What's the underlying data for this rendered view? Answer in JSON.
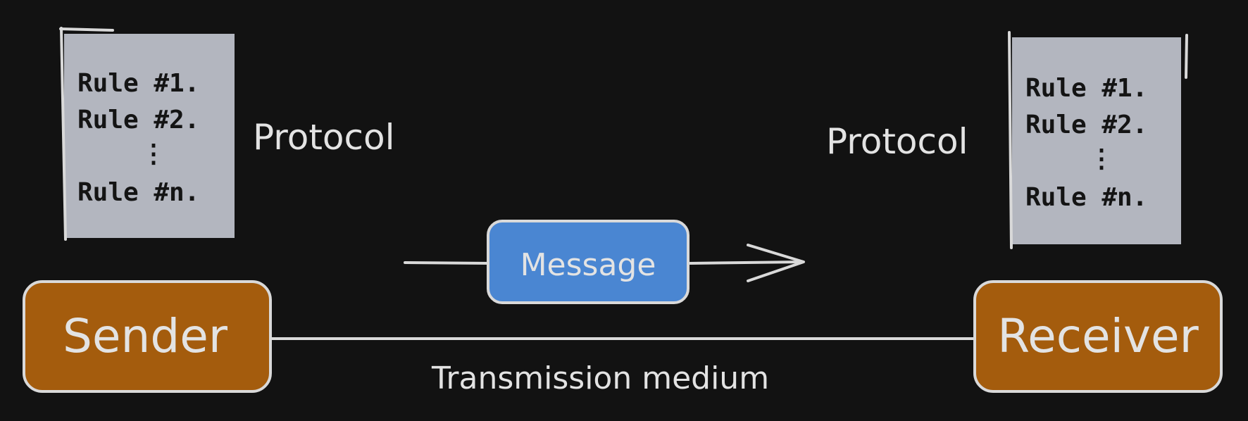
{
  "colors": {
    "background": "#121212",
    "protocol_card": "#b3b6bf",
    "node": "#a45c0d",
    "message": "#4a86d2",
    "stroke": "#d9d9d9",
    "text_light": "#e3e3e3",
    "text_dark": "#141414"
  },
  "left_protocol": {
    "label": "Protocol",
    "rules": [
      "Rule #1.",
      "Rule #2.",
      "⋮",
      "Rule #n."
    ]
  },
  "right_protocol": {
    "label": "Protocol",
    "rules": [
      "Rule #1.",
      "Rule #2.",
      "⋮",
      "Rule #n."
    ]
  },
  "sender": {
    "label": "Sender"
  },
  "receiver": {
    "label": "Receiver"
  },
  "message": {
    "label": "Message"
  },
  "medium": {
    "label": "Transmission medium"
  }
}
